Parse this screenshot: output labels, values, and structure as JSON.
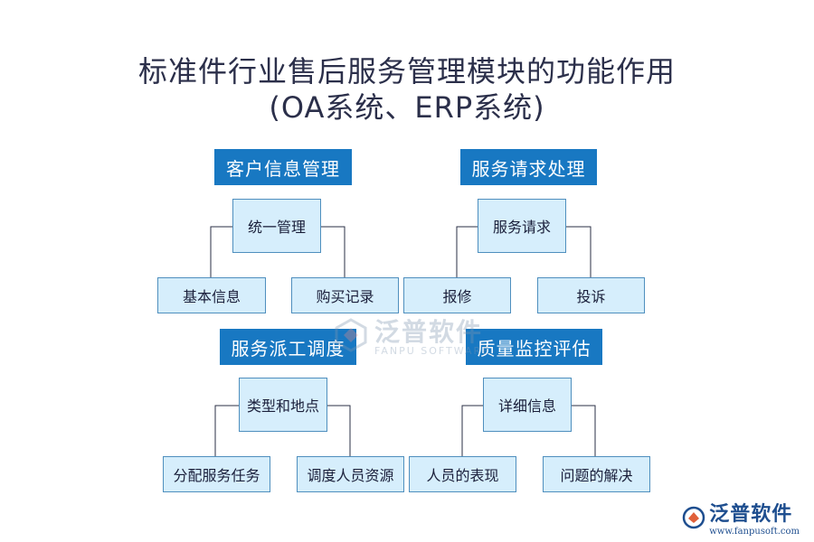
{
  "title": {
    "line1": "标准件行业售后服务管理模块的功能作用",
    "line2": "(OA系统、ERP系统)"
  },
  "modules": [
    {
      "header": "客户信息管理",
      "center": "统一管理",
      "left": "基本信息",
      "right": "购买记录"
    },
    {
      "header": "服务请求处理",
      "center": "服务请求",
      "left": "报修",
      "right": "投诉"
    },
    {
      "header": "服务派工调度",
      "center": "类型和地点",
      "left": "分配服务任务",
      "right": "调度人员资源"
    },
    {
      "header": "质量监控评估",
      "center": "详细信息",
      "left": "人员的表现",
      "right": "问题的解决"
    }
  ],
  "watermark": {
    "cn": "泛普软件",
    "en": "FANPU SOFTWARE"
  },
  "brand": {
    "cn": "泛普软件",
    "url": "www.fanpusoft.com"
  },
  "colors": {
    "header_bg": "#1878c2",
    "node_bg": "#d6eefc",
    "node_border": "#4f8fbe",
    "title": "#2b2f4a"
  }
}
